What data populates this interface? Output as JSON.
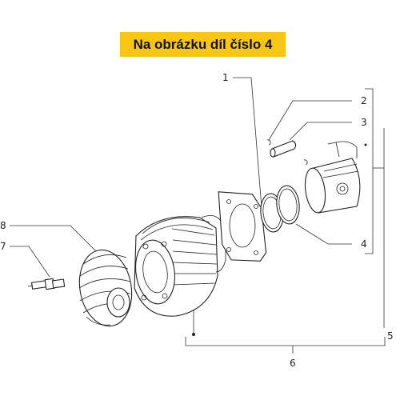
{
  "banner": {
    "text": "Na obrázku díl číslo 4"
  },
  "callouts": {
    "c1": "1",
    "c2": "2",
    "c3": "3",
    "c4": "4",
    "c5": "5",
    "c6": "6",
    "c7": "7",
    "c8": "8"
  },
  "colors": {
    "banner_bg": "#f7c513",
    "line": "#333333",
    "background": "#ffffff"
  },
  "parts": [
    "cylinder-head",
    "spark-plug",
    "cylinder",
    "head-gasket",
    "piston-rings",
    "piston",
    "piston-pin",
    "circlips"
  ]
}
